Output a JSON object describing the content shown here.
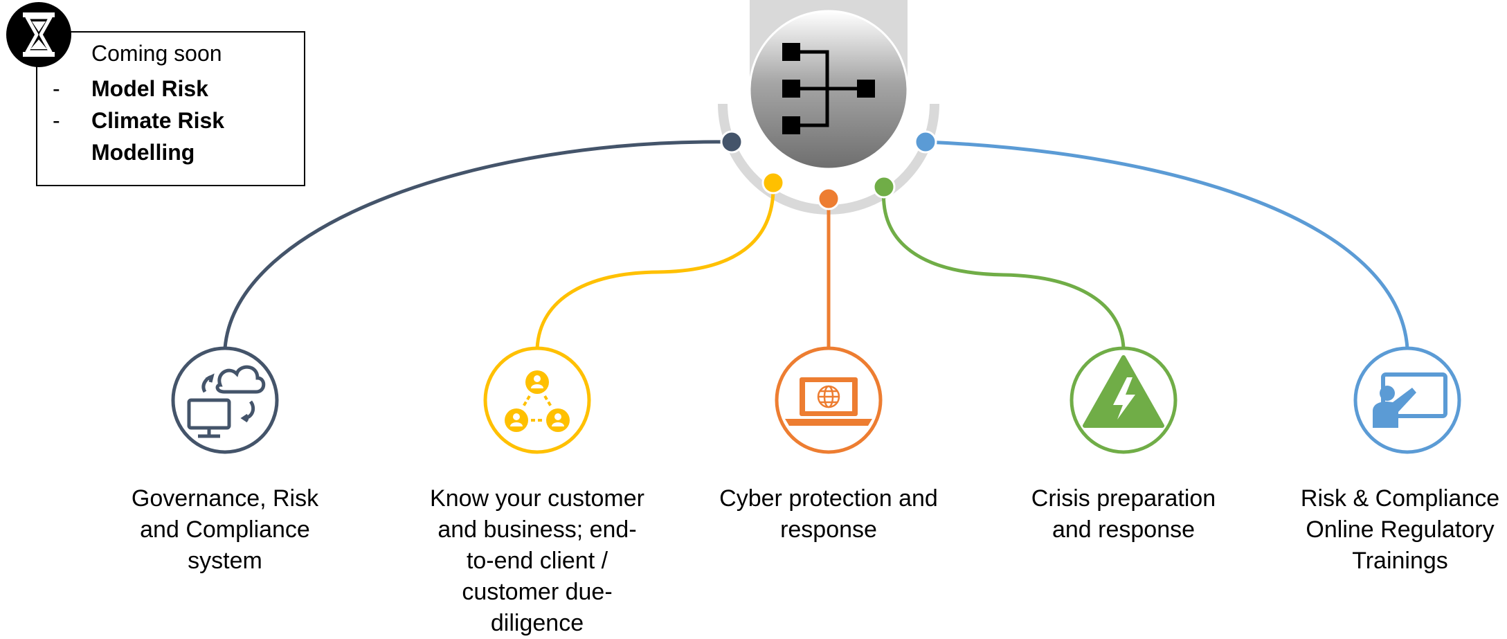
{
  "coming_soon": {
    "title": "Coming soon",
    "items": [
      {
        "dash": "-",
        "lines": [
          "Model Risk"
        ]
      },
      {
        "dash": "-",
        "lines": [
          "Climate Risk",
          "Modelling"
        ]
      }
    ]
  },
  "hub": {
    "icon": "hierarchy-icon"
  },
  "branches": [
    {
      "label_lines": [
        "Governance, Risk",
        "and Compliance",
        "system"
      ],
      "color": "#44546A",
      "icon": "computer-cloud-sync-icon"
    },
    {
      "label_lines": [
        "Know your customer",
        "and business; end-",
        "to-end client /",
        "customer due-",
        "diligence"
      ],
      "color": "#FFC000",
      "icon": "customer-network-icon"
    },
    {
      "label_lines": [
        "Cyber protection and",
        "response"
      ],
      "color": "#ED7D31",
      "icon": "laptop-globe-icon"
    },
    {
      "label_lines": [
        "Crisis preparation",
        "and response"
      ],
      "color": "#70AD47",
      "icon": "high-voltage-warning-icon"
    },
    {
      "label_lines": [
        "Risk & Compliance",
        "Online Regulatory",
        "Trainings"
      ],
      "color": "#5B9BD5",
      "icon": "presenter-board-icon"
    }
  ]
}
